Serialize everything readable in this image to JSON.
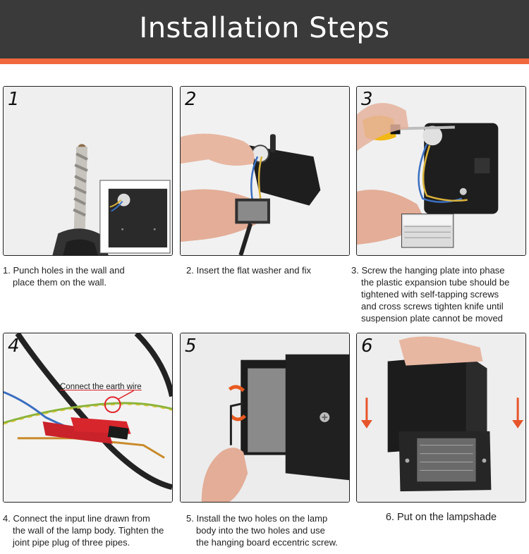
{
  "header": {
    "title": "Installation Steps",
    "accent": "#f0693c",
    "background": "#3a3a3a"
  },
  "steps": [
    {
      "number": "1",
      "caption": [
        "1. Punch holes in the wall and",
        "place them on the wall."
      ]
    },
    {
      "number": "2",
      "caption": [
        "2. Insert the flat washer and fix"
      ]
    },
    {
      "number": "3",
      "caption": [
        "3. Screw the hanging plate into phase",
        "the plastic expansion tube should be",
        "tightened with self-tapping screws",
        "and cross screws tighten knife until",
        "suspension plate cannot be moved"
      ]
    },
    {
      "number": "4",
      "annotation": "Connect the earth wire",
      "caption": [
        "4. Connect the input line drawn from",
        "the wall of the lamp body. Tighten the",
        "joint pipe plug of three pipes."
      ]
    },
    {
      "number": "5",
      "caption": [
        "5. Install the two holes on the lamp",
        "body into the two holes and use",
        "the hanging board eccentric screw."
      ]
    },
    {
      "number": "6",
      "caption": [
        "6. Put on the lampshade"
      ]
    }
  ]
}
